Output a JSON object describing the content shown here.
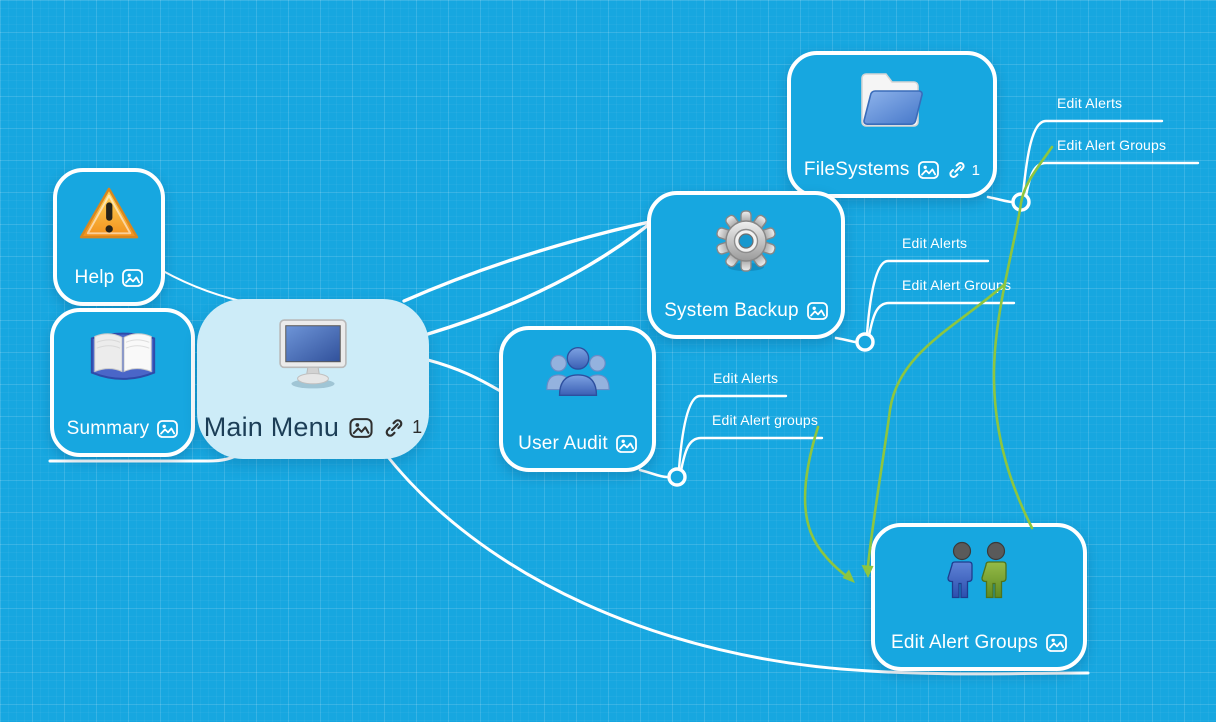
{
  "nodes": {
    "main_menu": {
      "label": "Main Menu",
      "icon": "monitor-icon",
      "link_count": "1"
    },
    "help": {
      "label": "Help",
      "icon": "warning-icon"
    },
    "summary": {
      "label": "Summary",
      "icon": "open-book-icon"
    },
    "filesystems": {
      "label": "FileSystems",
      "icon": "folder-icon",
      "link_count": "1"
    },
    "system_backup": {
      "label": "System Backup",
      "icon": "gear-icon"
    },
    "user_audit": {
      "label": "User Audit",
      "icon": "users-icon"
    },
    "edit_alert_groups": {
      "label": "Edit Alert Groups",
      "icon": "two-people-icon"
    }
  },
  "branches": {
    "filesystems": [
      {
        "label": "Edit Alerts"
      },
      {
        "label": "Edit Alert Groups"
      }
    ],
    "system_backup": [
      {
        "label": "Edit Alerts"
      },
      {
        "label": "Edit Alert Groups"
      }
    ],
    "user_audit": [
      {
        "label": "Edit Alerts"
      },
      {
        "label": "Edit Alert groups"
      }
    ]
  },
  "badges": {
    "image_badge": "image-attachment-icon",
    "link_badge": "link-icon"
  },
  "colors": {
    "background": "#17a7e0",
    "node_fill": "#17a7e0",
    "node_border": "#ffffff",
    "main_node_fill": "#cdecf8",
    "main_node_text": "#1c3e57",
    "label_text": "#ffffff",
    "relation_arrow_green": "#8dc63f"
  }
}
